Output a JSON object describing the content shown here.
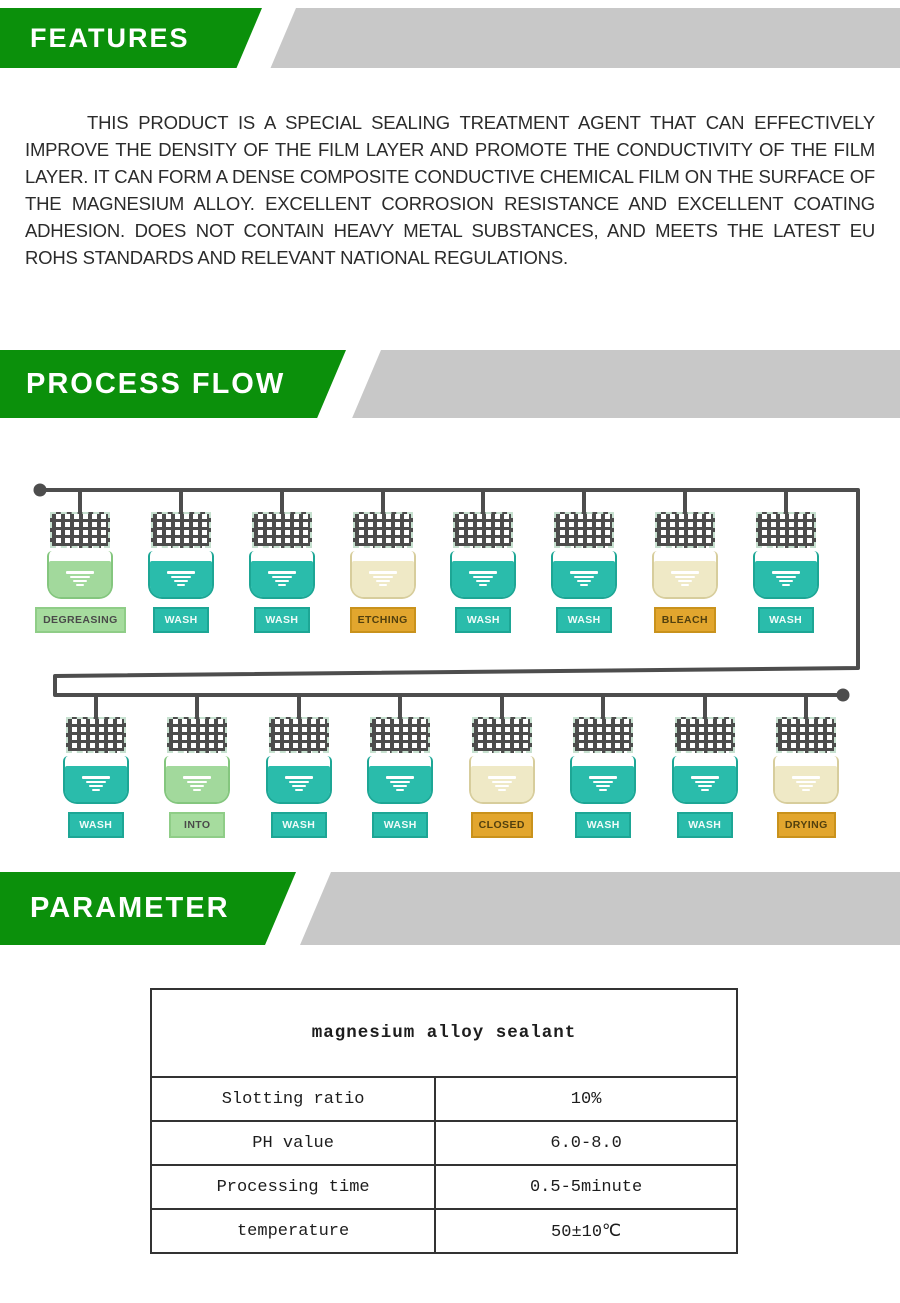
{
  "banners": {
    "features": "FEATURES",
    "process_flow": "PROCESS FLOW",
    "parameter": "PARAMETER"
  },
  "features": {
    "paragraph": "THIS PRODUCT IS A SPECIAL SEALING TREATMENT AGENT THAT CAN EFFECTIVELY IMPROVE THE DENSITY OF THE FILM LAYER AND PROMOTE THE CONDUCTIVITY OF THE FILM LAYER. IT CAN FORM A DENSE COMPOSITE CONDUCTIVE CHEMICAL FILM ON THE SURFACE OF THE MAGNESIUM ALLOY. EXCELLENT CORROSION RESISTANCE AND EXCELLENT COATING ADHESION. DOES NOT CONTAIN HEAVY METAL SUBSTANCES, AND MEETS THE LATEST EU ROHS STANDARDS AND RELEVANT NATIONAL REGULATIONS."
  },
  "process_flow": {
    "rows": [
      {
        "stations": [
          {
            "label": "DEGREASING",
            "type": "green"
          },
          {
            "label": "WASH",
            "type": "teal"
          },
          {
            "label": "WASH",
            "type": "teal"
          },
          {
            "label": "ETCHING",
            "type": "cream"
          },
          {
            "label": "WASH",
            "type": "teal"
          },
          {
            "label": "WASH",
            "type": "teal"
          },
          {
            "label": "BLEACH",
            "type": "cream"
          },
          {
            "label": "WASH",
            "type": "teal"
          }
        ]
      },
      {
        "stations": [
          {
            "label": "WASH",
            "type": "teal"
          },
          {
            "label": "INTO",
            "type": "green"
          },
          {
            "label": "WASH",
            "type": "teal"
          },
          {
            "label": "WASH",
            "type": "teal"
          },
          {
            "label": "CLOSED",
            "type": "cream"
          },
          {
            "label": "WASH",
            "type": "teal"
          },
          {
            "label": "WASH",
            "type": "teal"
          },
          {
            "label": "DRYING",
            "type": "cream"
          }
        ]
      }
    ]
  },
  "parameter_table": {
    "title": "magnesium alloy sealant",
    "rows": [
      {
        "name": "Slotting ratio",
        "value": "10%"
      },
      {
        "name": "PH value",
        "value": "6.0-8.0"
      },
      {
        "name": "Processing time",
        "value": "0.5-5minute"
      },
      {
        "name": "temperature",
        "value": "50±10℃"
      }
    ]
  },
  "colors": {
    "banner_green": "#0b900b",
    "banner_gray": "#c8c8c8",
    "teal": "#2abcab",
    "light_green": "#a2d99c",
    "cream": "#efe9c6",
    "gold": "#e2a62e",
    "line_gray": "#4d4d4d"
  }
}
